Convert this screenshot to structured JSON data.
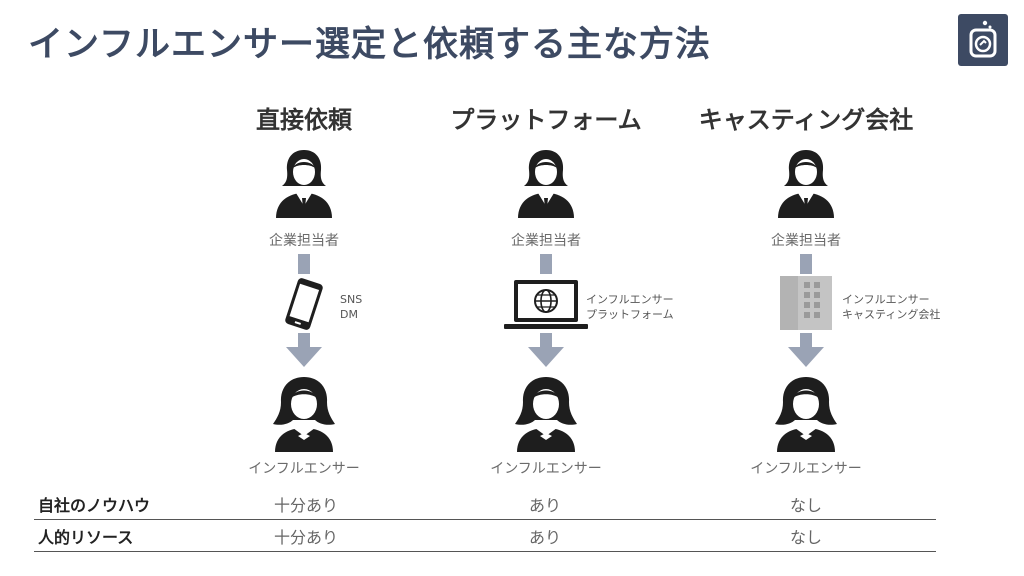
{
  "title": "インフルエンサー選定と依頼する主な方法",
  "columns": [
    {
      "heading": "直接依頼",
      "company_label": "企業担当者",
      "channel_lines": [
        "SNS",
        "DM"
      ],
      "influencer_label": "インフルエンサー",
      "device_icon": "smartphone-icon"
    },
    {
      "heading": "プラットフォーム",
      "company_label": "企業担当者",
      "channel_lines": [
        "インフルエンサー",
        "プラットフォーム"
      ],
      "influencer_label": "インフルエンサー",
      "device_icon": "laptop-globe-icon"
    },
    {
      "heading": "キャスティング会社",
      "company_label": "企業担当者",
      "channel_lines": [
        "インフルエンサー",
        "キャスティング会社"
      ],
      "influencer_label": "インフルエンサー",
      "device_icon": "building-icon"
    }
  ],
  "table": {
    "rows": [
      {
        "label": "自社のノウハウ",
        "values": [
          "十分あり",
          "あり",
          "なし"
        ]
      },
      {
        "label": "人的リソース",
        "values": [
          "十分あり",
          "あり",
          "なし"
        ]
      }
    ]
  },
  "colors": {
    "title": "#3d4a63",
    "arrow": "#9aa3b5",
    "icon": "#1e1e1e",
    "building": "#c4c4c4"
  }
}
